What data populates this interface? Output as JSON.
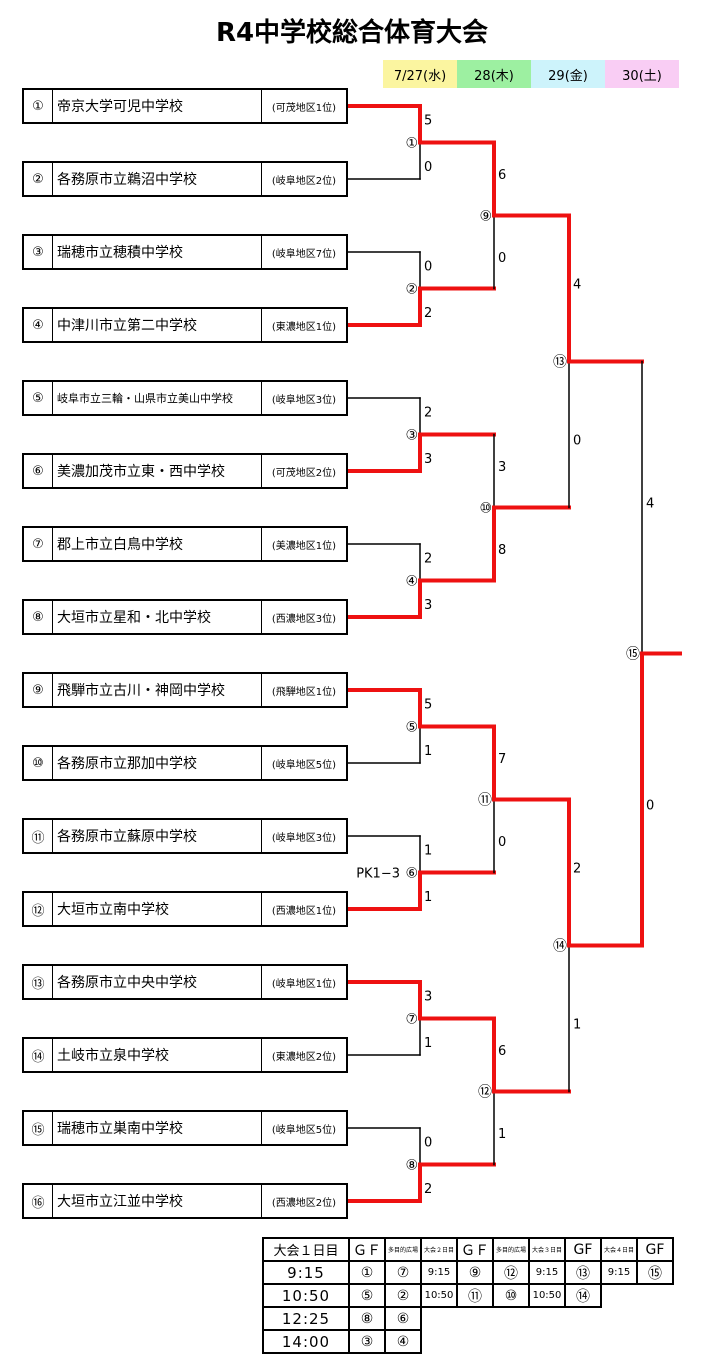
{
  "title": "R4中学校総合体育大会",
  "days": [
    {
      "label": "7/27(水)",
      "color": "#fbf5a0"
    },
    {
      "label": "28(木)",
      "color": "#9df0a1"
    },
    {
      "label": "29(金)",
      "color": "#cdf3fb"
    },
    {
      "label": "30(土)",
      "color": "#f9cdf4"
    }
  ],
  "teams": [
    {
      "no": "①",
      "name": "帝京大学可児中学校",
      "region": "(可茂地区1位)"
    },
    {
      "no": "②",
      "name": "各務原市立鵜沼中学校",
      "region": "(岐阜地区2位)"
    },
    {
      "no": "③",
      "name": "瑞穂市立穂積中学校",
      "region": "(岐阜地区7位)"
    },
    {
      "no": "④",
      "name": "中津川市立第二中学校",
      "region": "(東濃地区1位)"
    },
    {
      "no": "⑤",
      "name": "岐阜市立三輪・山県市立美山中学校",
      "region": "(岐阜地区3位)"
    },
    {
      "no": "⑥",
      "name": "美濃加茂市立東・西中学校",
      "region": "(可茂地区2位)"
    },
    {
      "no": "⑦",
      "name": "郡上市立白鳥中学校",
      "region": "(美濃地区1位)"
    },
    {
      "no": "⑧",
      "name": "大垣市立星和・北中学校",
      "region": "(西濃地区3位)"
    },
    {
      "no": "⑨",
      "name": "飛騨市立古川・神岡中学校",
      "region": "(飛騨地区1位)"
    },
    {
      "no": "⑩",
      "name": "各務原市立那加中学校",
      "region": "(岐阜地区5位)"
    },
    {
      "no": "⑪",
      "name": "各務原市立蘇原中学校",
      "region": "(岐阜地区3位)"
    },
    {
      "no": "⑫",
      "name": "大垣市立南中学校",
      "region": "(西濃地区1位)"
    },
    {
      "no": "⑬",
      "name": "各務原市立中央中学校",
      "region": "(岐阜地区1位)"
    },
    {
      "no": "⑭",
      "name": "土岐市立泉中学校",
      "region": "(東濃地区2位)"
    },
    {
      "no": "⑮",
      "name": "瑞穂市立巣南中学校",
      "region": "(岐阜地区5位)"
    },
    {
      "no": "⑯",
      "name": "大垣市立江並中学校",
      "region": "(西濃地区2位)"
    }
  ],
  "matches_r1": [
    {
      "label": "①",
      "top": "5",
      "bottom": "0",
      "winner": "top"
    },
    {
      "label": "②",
      "top": "0",
      "bottom": "2",
      "winner": "bottom"
    },
    {
      "label": "③",
      "top": "2",
      "bottom": "3",
      "winner": "bottom"
    },
    {
      "label": "④",
      "top": "2",
      "bottom": "3",
      "winner": "bottom"
    },
    {
      "label": "⑤",
      "top": "5",
      "bottom": "1",
      "winner": "top"
    },
    {
      "label": "⑥",
      "top": "1",
      "bottom": "1",
      "winner": "bottom",
      "note": "PK1−3"
    },
    {
      "label": "⑦",
      "top": "3",
      "bottom": "1",
      "winner": "top"
    },
    {
      "label": "⑧",
      "top": "0",
      "bottom": "2",
      "winner": "bottom"
    }
  ],
  "matches_r2": [
    {
      "label": "⑨",
      "top": "6",
      "bottom": "0",
      "winner": "top"
    },
    {
      "label": "⑩",
      "top": "3",
      "bottom": "8",
      "winner": "bottom"
    },
    {
      "label": "⑪",
      "top": "7",
      "bottom": "0",
      "winner": "top"
    },
    {
      "label": "⑫",
      "top": "6",
      "bottom": "1",
      "winner": "top"
    }
  ],
  "matches_r3": [
    {
      "label": "⑬",
      "top": "4",
      "bottom": "0",
      "winner": "top"
    },
    {
      "label": "⑭",
      "top": "2",
      "bottom": "1",
      "winner": "top"
    }
  ],
  "matches_r4": [
    {
      "label": "⑮",
      "top": "4",
      "bottom": "0",
      "winner": "bottom"
    }
  ],
  "schedule": {
    "day1": "大会１日目",
    "gf": "ＧＦ",
    "gf_ascii": "GF",
    "tiny_secondary": "多目的広場",
    "day2": "大会２日目",
    "day3": "大会３日目",
    "day4": "大会４日目",
    "day1_times": [
      "9:15",
      "10:50",
      "12:25",
      "14:00"
    ],
    "day1_gf": [
      "①",
      "⑤",
      "⑧",
      "③"
    ],
    "day1_tm": [
      "⑦",
      "②",
      "⑥",
      "④"
    ],
    "day2_times": [
      "9:15",
      "10:50"
    ],
    "day2_gf": [
      "⑨",
      "⑪"
    ],
    "day2_tm": [
      "⑫",
      "⑩"
    ],
    "day3_times": [
      "9:15",
      "10:50"
    ],
    "day3_gf": [
      "⑬",
      "⑭"
    ],
    "day4_time": "9:15",
    "day4_gf": "⑮"
  },
  "colors": {
    "winner_line": "#ee1111",
    "line": "#000000"
  }
}
